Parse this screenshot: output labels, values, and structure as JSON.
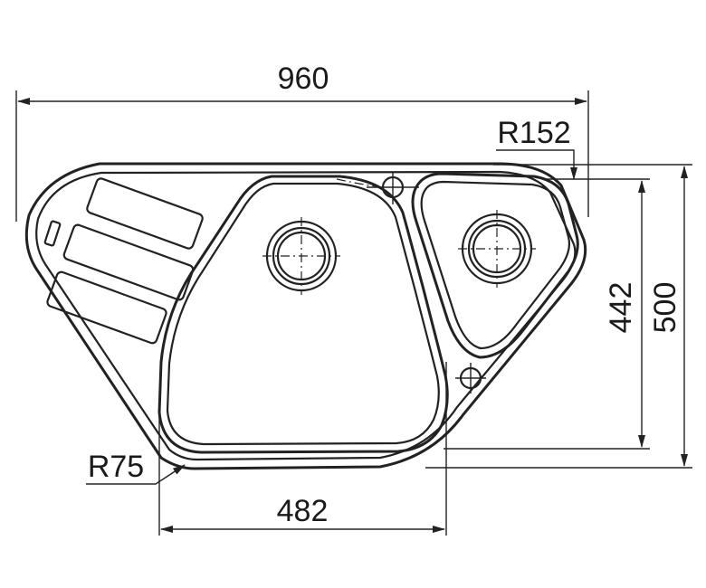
{
  "drawing": {
    "title": "",
    "line_color": "#222222",
    "background": "#ffffff"
  },
  "dimensions": {
    "overall_width": "960",
    "corner_radius_top": "R152",
    "bowl_depth": "442",
    "overall_depth": "500",
    "corner_radius_bottom": "R75",
    "bowl_width": "482"
  }
}
